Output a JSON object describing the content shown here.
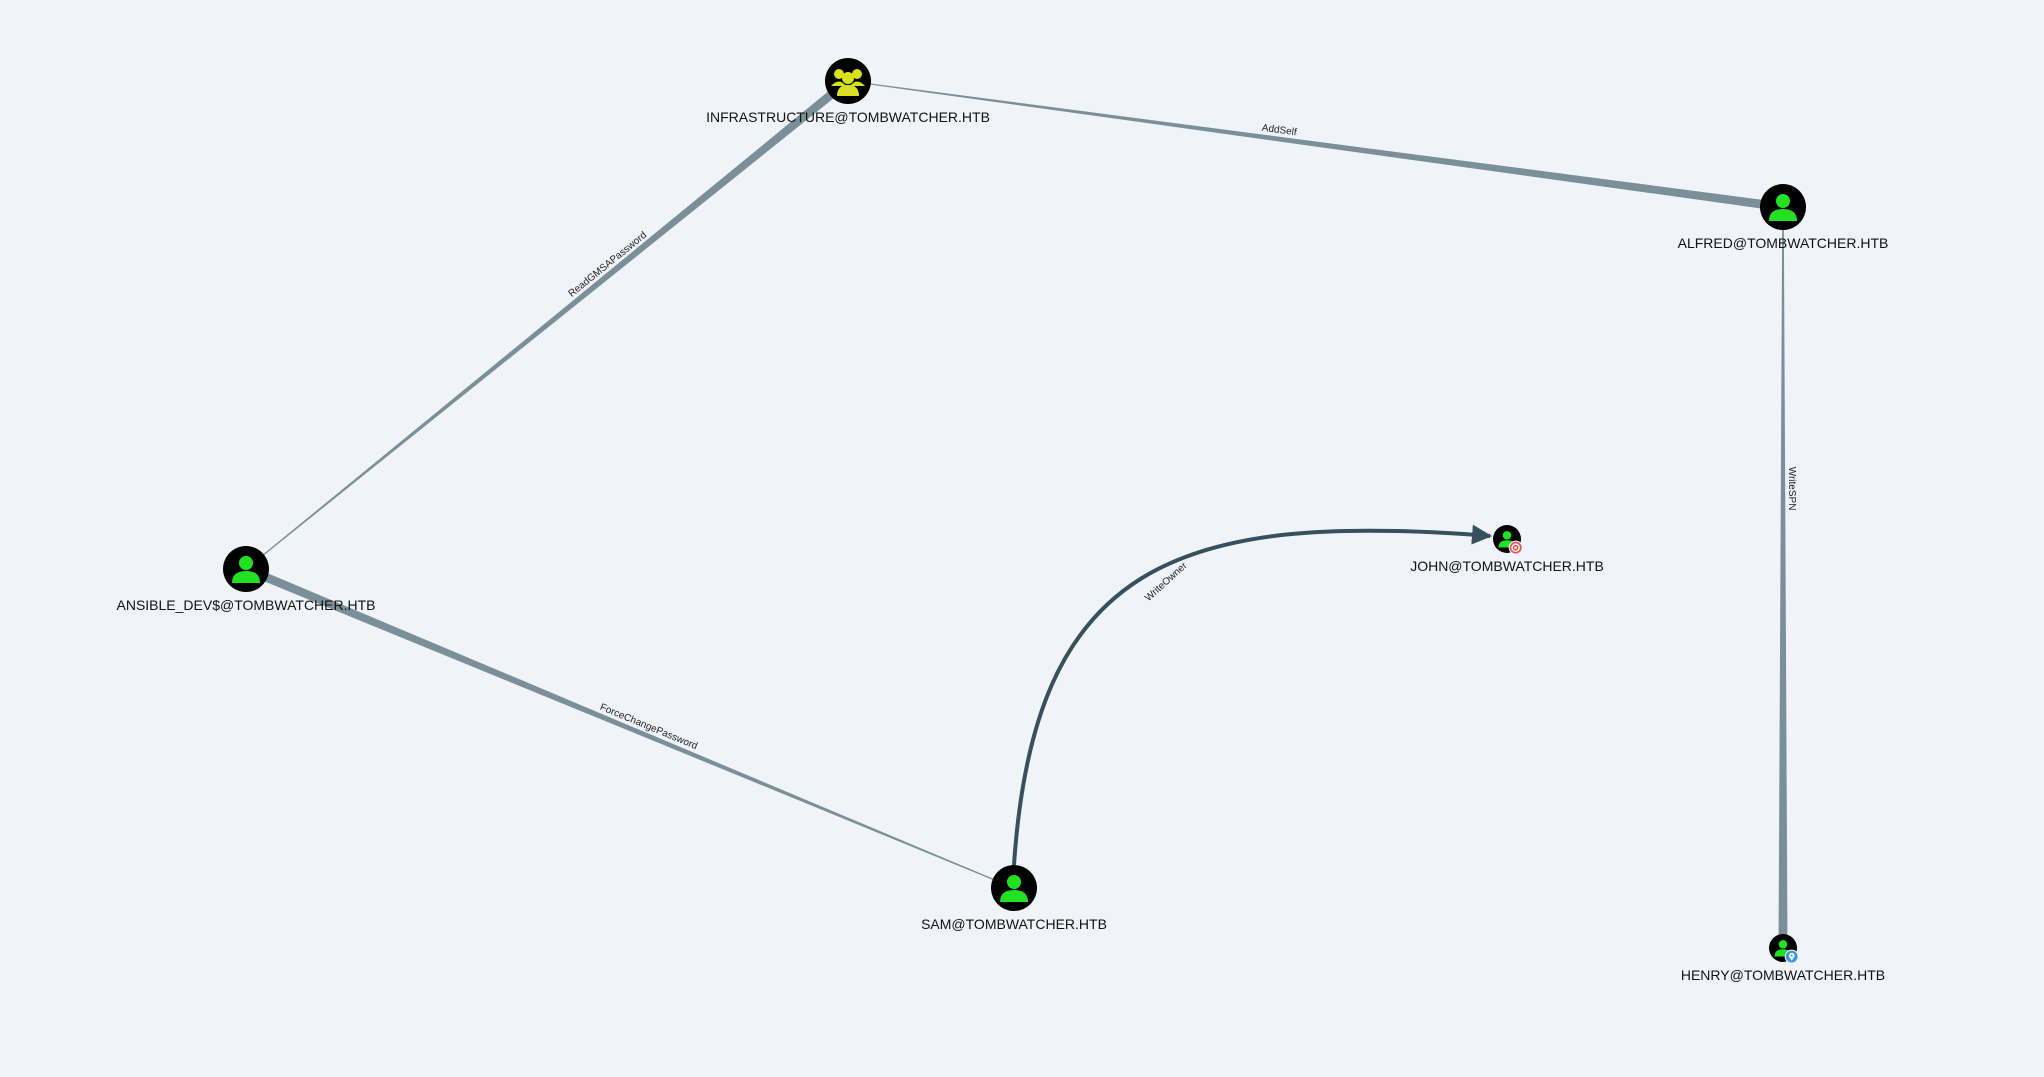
{
  "graph": {
    "nodes": [
      {
        "id": "infrastructure",
        "label": "INFRASTRUCTURE@TOMBWATCHER.HTB",
        "kind": "group",
        "icon": "group-icon",
        "badge": null
      },
      {
        "id": "alfred",
        "label": "ALFRED@TOMBWATCHER.HTB",
        "kind": "user",
        "icon": "user-icon",
        "badge": null
      },
      {
        "id": "ansible_dev",
        "label": "ANSIBLE_DEV$@TOMBWATCHER.HTB",
        "kind": "user",
        "icon": "user-icon",
        "badge": null
      },
      {
        "id": "john",
        "label": "JOHN@TOMBWATCHER.HTB",
        "kind": "user",
        "icon": "user-icon",
        "badge": "target-icon"
      },
      {
        "id": "sam",
        "label": "SAM@TOMBWATCHER.HTB",
        "kind": "user",
        "icon": "user-icon",
        "badge": null
      },
      {
        "id": "henry",
        "label": "HENRY@TOMBWATCHER.HTB",
        "kind": "user",
        "icon": "user-icon",
        "badge": "location-pin-icon"
      }
    ],
    "edges": [
      {
        "id": "e1",
        "source": "infrastructure",
        "target": "alfred",
        "label": "AddSelf"
      },
      {
        "id": "e2",
        "source": "ansible_dev",
        "target": "infrastructure",
        "label": "ReadGMSAPassword"
      },
      {
        "id": "e3",
        "source": "alfred",
        "target": "henry",
        "label": "WriteSPN"
      },
      {
        "id": "e4",
        "source": "sam",
        "target": "ansible_dev",
        "label": "ForceChangePassword"
      },
      {
        "id": "e5",
        "source": "sam",
        "target": "john",
        "label": "WriteOwner"
      }
    ]
  },
  "colors": {
    "background": "#f0f4f9",
    "node_circle": "#000000",
    "user_icon": "#22e022",
    "group_icon": "#d8e020",
    "edge_default": "#7b8f9b",
    "edge_highlight": "#37505f",
    "target_badge": "#e8505b",
    "pin_badge": "#3a9be0"
  }
}
